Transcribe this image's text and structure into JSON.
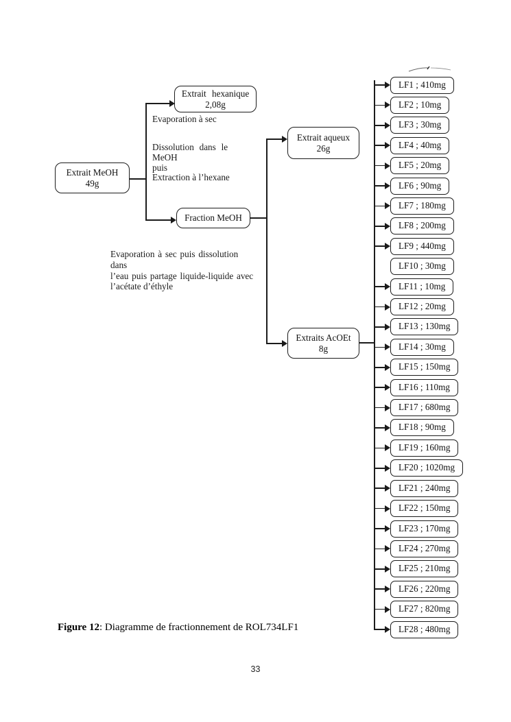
{
  "figure": {
    "nodes": {
      "extrait_meoh": {
        "name": "Extrait MeOH",
        "mass": "49g"
      },
      "extrait_hexanique": {
        "name": "Extrait hexanique",
        "mass": "2,08g"
      },
      "fraction_meoh": {
        "name": "Fraction MeOH"
      },
      "extrait_aqueux": {
        "name": "Extrait aqueux",
        "mass": "26g"
      },
      "extraits_acoet": {
        "name": "Extraits AcOEt",
        "mass": "8g"
      }
    },
    "process_labels": {
      "evaporation": "Evaporation à sec",
      "dissolution_lines": [
        "Dissolution dans le MeOH",
        "puis",
        "Extraction à l’hexane"
      ],
      "partage_lines": [
        "Evaporation à sec puis dissolution dans",
        "l’eau puis partage liquide-liquide avec",
        "l’acétate d’éthyle"
      ]
    },
    "fractions": [
      {
        "label": "LF1 ; 410mg",
        "arrow": true
      },
      {
        "label": "LF2 ; 10mg",
        "arrow": true
      },
      {
        "label": "LF3 ; 30mg",
        "arrow": true
      },
      {
        "label": "LF4 ; 40mg",
        "arrow": true
      },
      {
        "label": "LF5 ; 20mg",
        "arrow": true
      },
      {
        "label": "LF6 ; 90mg",
        "arrow": true
      },
      {
        "label": "LF7 ; 180mg",
        "arrow": true
      },
      {
        "label": "LF8 ; 200mg",
        "arrow": true
      },
      {
        "label": "LF9 ; 440mg",
        "arrow": true
      },
      {
        "label": "LF10 ; 30mg",
        "arrow": false
      },
      {
        "label": "LF11 ; 10mg",
        "arrow": true
      },
      {
        "label": "LF12 ; 20mg",
        "arrow": true
      },
      {
        "label": "LF13 ; 130mg",
        "arrow": true
      },
      {
        "label": "LF14 ; 30mg",
        "arrow": true
      },
      {
        "label": "LF15 ; 150mg",
        "arrow": true
      },
      {
        "label": "LF16 ; 110mg",
        "arrow": true
      },
      {
        "label": "LF17 ; 680mg",
        "arrow": true
      },
      {
        "label": "LF18 ; 90mg",
        "arrow": true
      },
      {
        "label": "LF19 ; 160mg",
        "arrow": true
      },
      {
        "label": "LF20 ; 1020mg",
        "arrow": true
      },
      {
        "label": "LF21 ; 240mg",
        "arrow": true
      },
      {
        "label": "LF22 ; 150mg",
        "arrow": true
      },
      {
        "label": "LF23 ; 170mg",
        "arrow": true
      },
      {
        "label": "LF24 ; 270mg",
        "arrow": true
      },
      {
        "label": "LF25 ; 210mg",
        "arrow": true
      },
      {
        "label": "LF26 ; 220mg",
        "arrow": true
      },
      {
        "label": "LF27 ; 820mg",
        "arrow": true
      },
      {
        "label": "LF28 ; 480mg",
        "arrow": true
      }
    ],
    "caption": {
      "label": "Figure 12",
      "text": ": Diagramme de fractionnement de ROL734LF1"
    },
    "page_number": "33"
  }
}
